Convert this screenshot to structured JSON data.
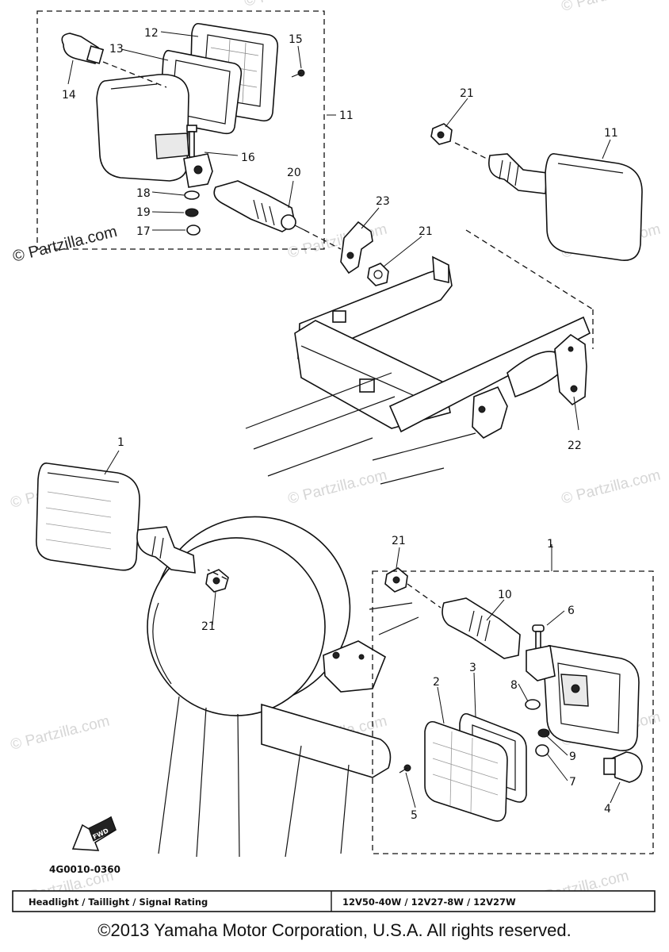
{
  "diagram_code": "4G0010-0360",
  "watermarks": [
    "© Partzilla.com",
    "© Partzilla.com",
    "© Partzilla.com",
    "© Partzilla.com",
    "© Partzilla.com",
    "© Partzilla.com",
    "© Partzilla.com",
    "© Partzilla.com",
    "© Partzilla.com",
    "© Partzilla.com",
    "© Partzilla.com",
    "© Partzilla.com",
    "© Partzilla.com"
  ],
  "fwd_label": "FWD",
  "rating_table": {
    "label": "Headlight / Taillight / Signal Rating",
    "value": "12V50-40W / 12V27-8W / 12V27W"
  },
  "copyright": "©2013 Yamaha Motor Corporation, U.S.A. All rights reserved.",
  "callouts": [
    "12",
    "13",
    "14",
    "15",
    "11",
    "16",
    "18",
    "19",
    "17",
    "20",
    "23",
    "21",
    "21",
    "11",
    "22",
    "1",
    "21",
    "21",
    "1",
    "10",
    "6",
    "3",
    "2",
    "8",
    "9",
    "7",
    "5",
    "4"
  ]
}
